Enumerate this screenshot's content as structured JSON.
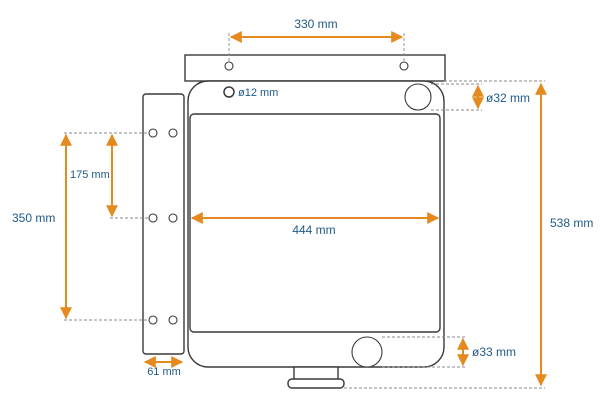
{
  "dimensions": {
    "top_hole_spacing": "330 mm",
    "small_hole_diameter": "ø12 mm",
    "top_port_diameter": "ø32 mm",
    "bracket_half_spacing": "175 mm",
    "bracket_full_spacing": "350 mm",
    "core_width": "444 mm",
    "overall_height": "538 mm",
    "bottom_port_diameter": "ø33 mm",
    "bracket_width": "61 mm"
  },
  "colors": {
    "dimension_arrow": "#e58a1f",
    "label_text": "#1f5a87",
    "outline": "#3a3a3a",
    "extension_line": "#8a8a8a"
  }
}
